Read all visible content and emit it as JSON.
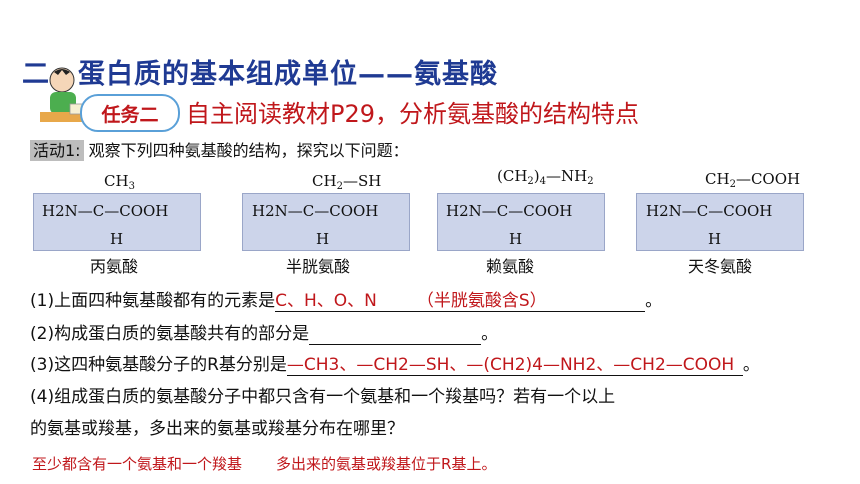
{
  "title": "二、蛋白质的基本组成单位——氨基酸",
  "task": {
    "badge": "任务二",
    "text": "自主阅读教材P29，分析氨基酸的结构特点"
  },
  "activity": {
    "label": "活动1:",
    "text": "观察下列四种氨基酸的结构，探究以下问题："
  },
  "amino_acids": [
    {
      "r_group": "CH3",
      "left": "H2N—C—COOH",
      "h": "H",
      "name": "丙氨酸"
    },
    {
      "r_group": "CH2—SH",
      "left": "H2N—C—COOH",
      "h": "H",
      "name": "半胱氨酸"
    },
    {
      "r_group": "(CH2)4—NH2",
      "left": "H2N—C—COOH",
      "h": "H",
      "name": "赖氨酸"
    },
    {
      "r_group": "CH2—COOH",
      "left": "H2N—C—COOH",
      "h": "H",
      "name": "天冬氨酸"
    }
  ],
  "questions": {
    "q1": {
      "text": "(1)上面四种氨基酸都有的元素是",
      "answer": "C、H、O、N",
      "note": "（半胱氨酸含S）",
      "end": "。"
    },
    "q2": {
      "text": "(2)构成蛋白质的氨基酸共有的部分是",
      "end": "。"
    },
    "q3": {
      "text": "(3)这四种氨基酸分子的R基分别是",
      "answer": "—CH3、—CH2—SH、—(CH2)4—NH2、—CH2—COOH",
      "end": "。"
    },
    "q4": {
      "line1": "(4)组成蛋白质的氨基酸分子中都只含有一个氨基和一个羧基吗？若有一个以上",
      "line2": "的氨基或羧基，多出来的氨基或羧基分布在哪里？"
    }
  },
  "answer4": {
    "part1": "至少都含有一个氨基和一个羧基",
    "part2": "多出来的氨基或羧基位于R基上。"
  }
}
